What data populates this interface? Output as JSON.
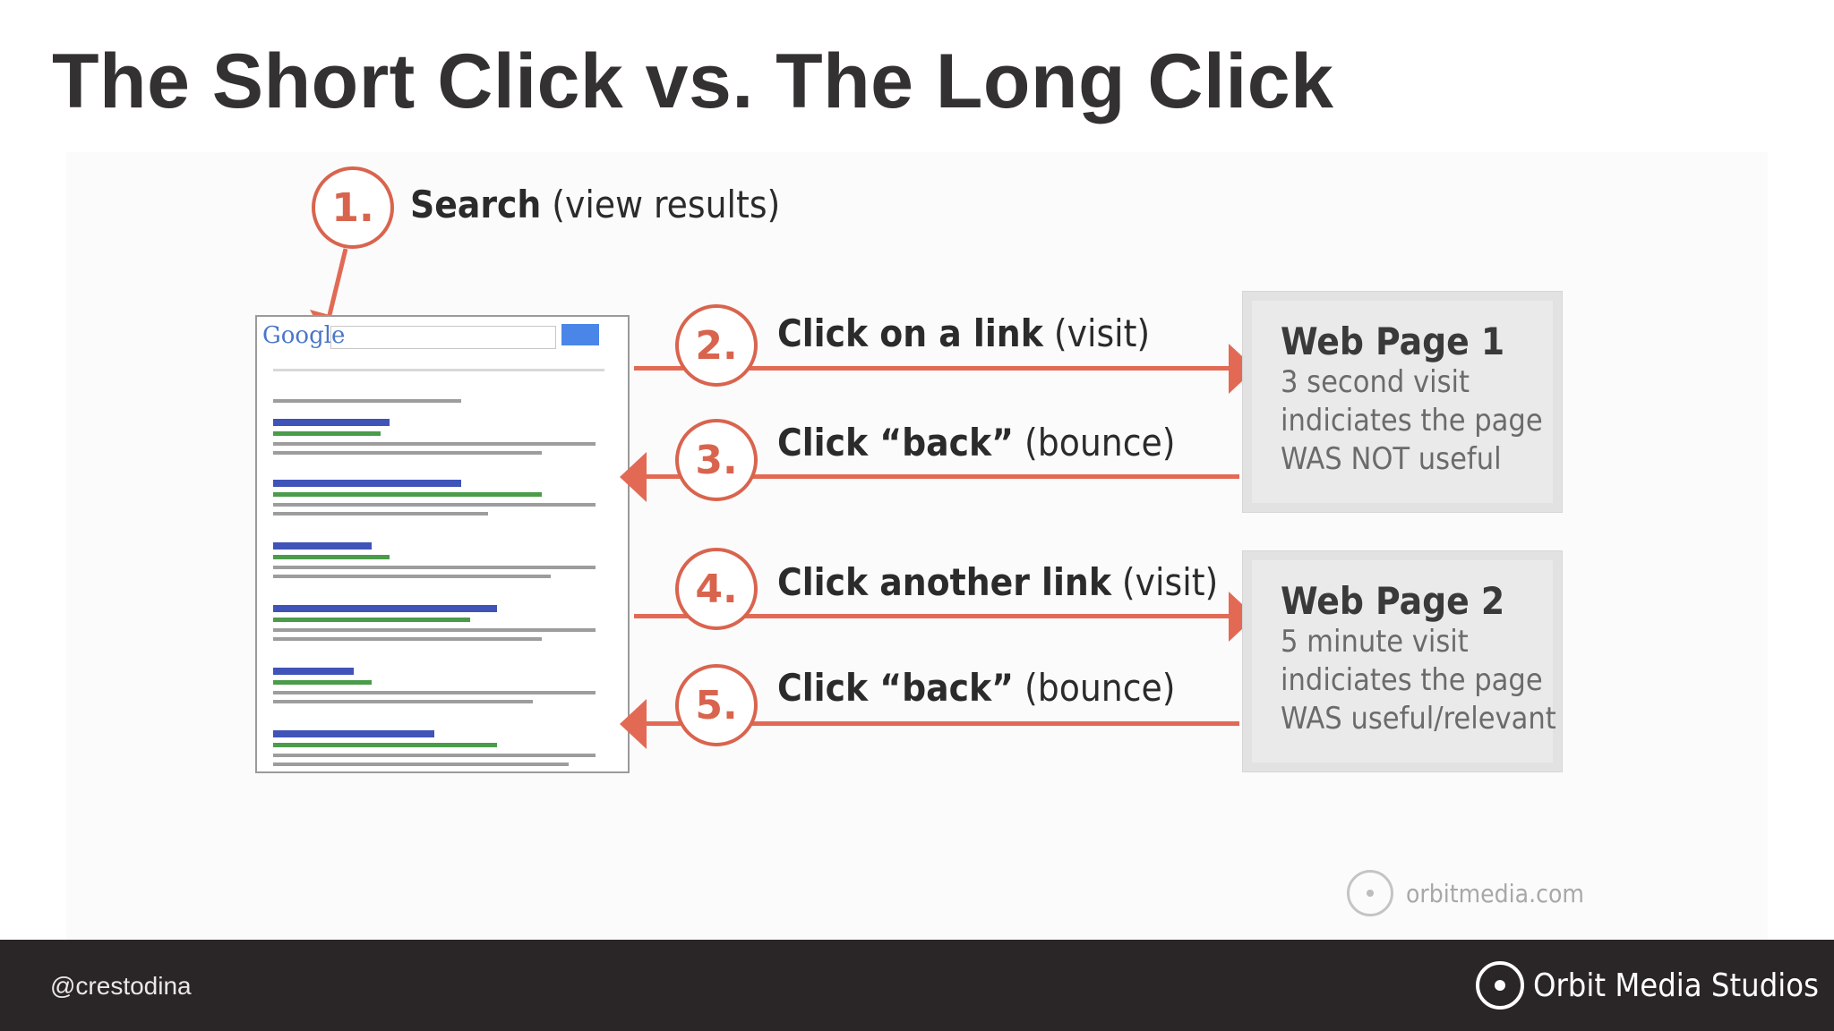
{
  "slide": {
    "title": "The Short Click vs. The Long Click"
  },
  "steps": [
    {
      "number": "1.",
      "bold": "Search",
      "rest": " (view results)"
    },
    {
      "number": "2.",
      "bold": "Click on a link",
      "rest": " (visit)"
    },
    {
      "number": "3.",
      "bold": "Click “back”",
      "rest": " (bounce)"
    },
    {
      "number": "4.",
      "bold": "Click another link",
      "rest": " (visit)"
    },
    {
      "number": "5.",
      "bold": "Click “back”",
      "rest": " (bounce)"
    }
  ],
  "serp": {
    "logo": "Google"
  },
  "web_pages": [
    {
      "title": "Web Page 1",
      "lines": [
        "3 second visit",
        "indiciates the page",
        "WAS NOT useful"
      ]
    },
    {
      "title": "Web Page 2",
      "lines": [
        "5 minute visit",
        "indiciates the page",
        "WAS useful/relevant"
      ]
    }
  ],
  "watermark": {
    "text": "orbitmedia.com"
  },
  "footer": {
    "handle": "@crestodina",
    "brand": "Orbit Media Studios"
  },
  "colors": {
    "accent": "#e26a55",
    "footer_bg": "#2a2526",
    "title": "#333132"
  }
}
